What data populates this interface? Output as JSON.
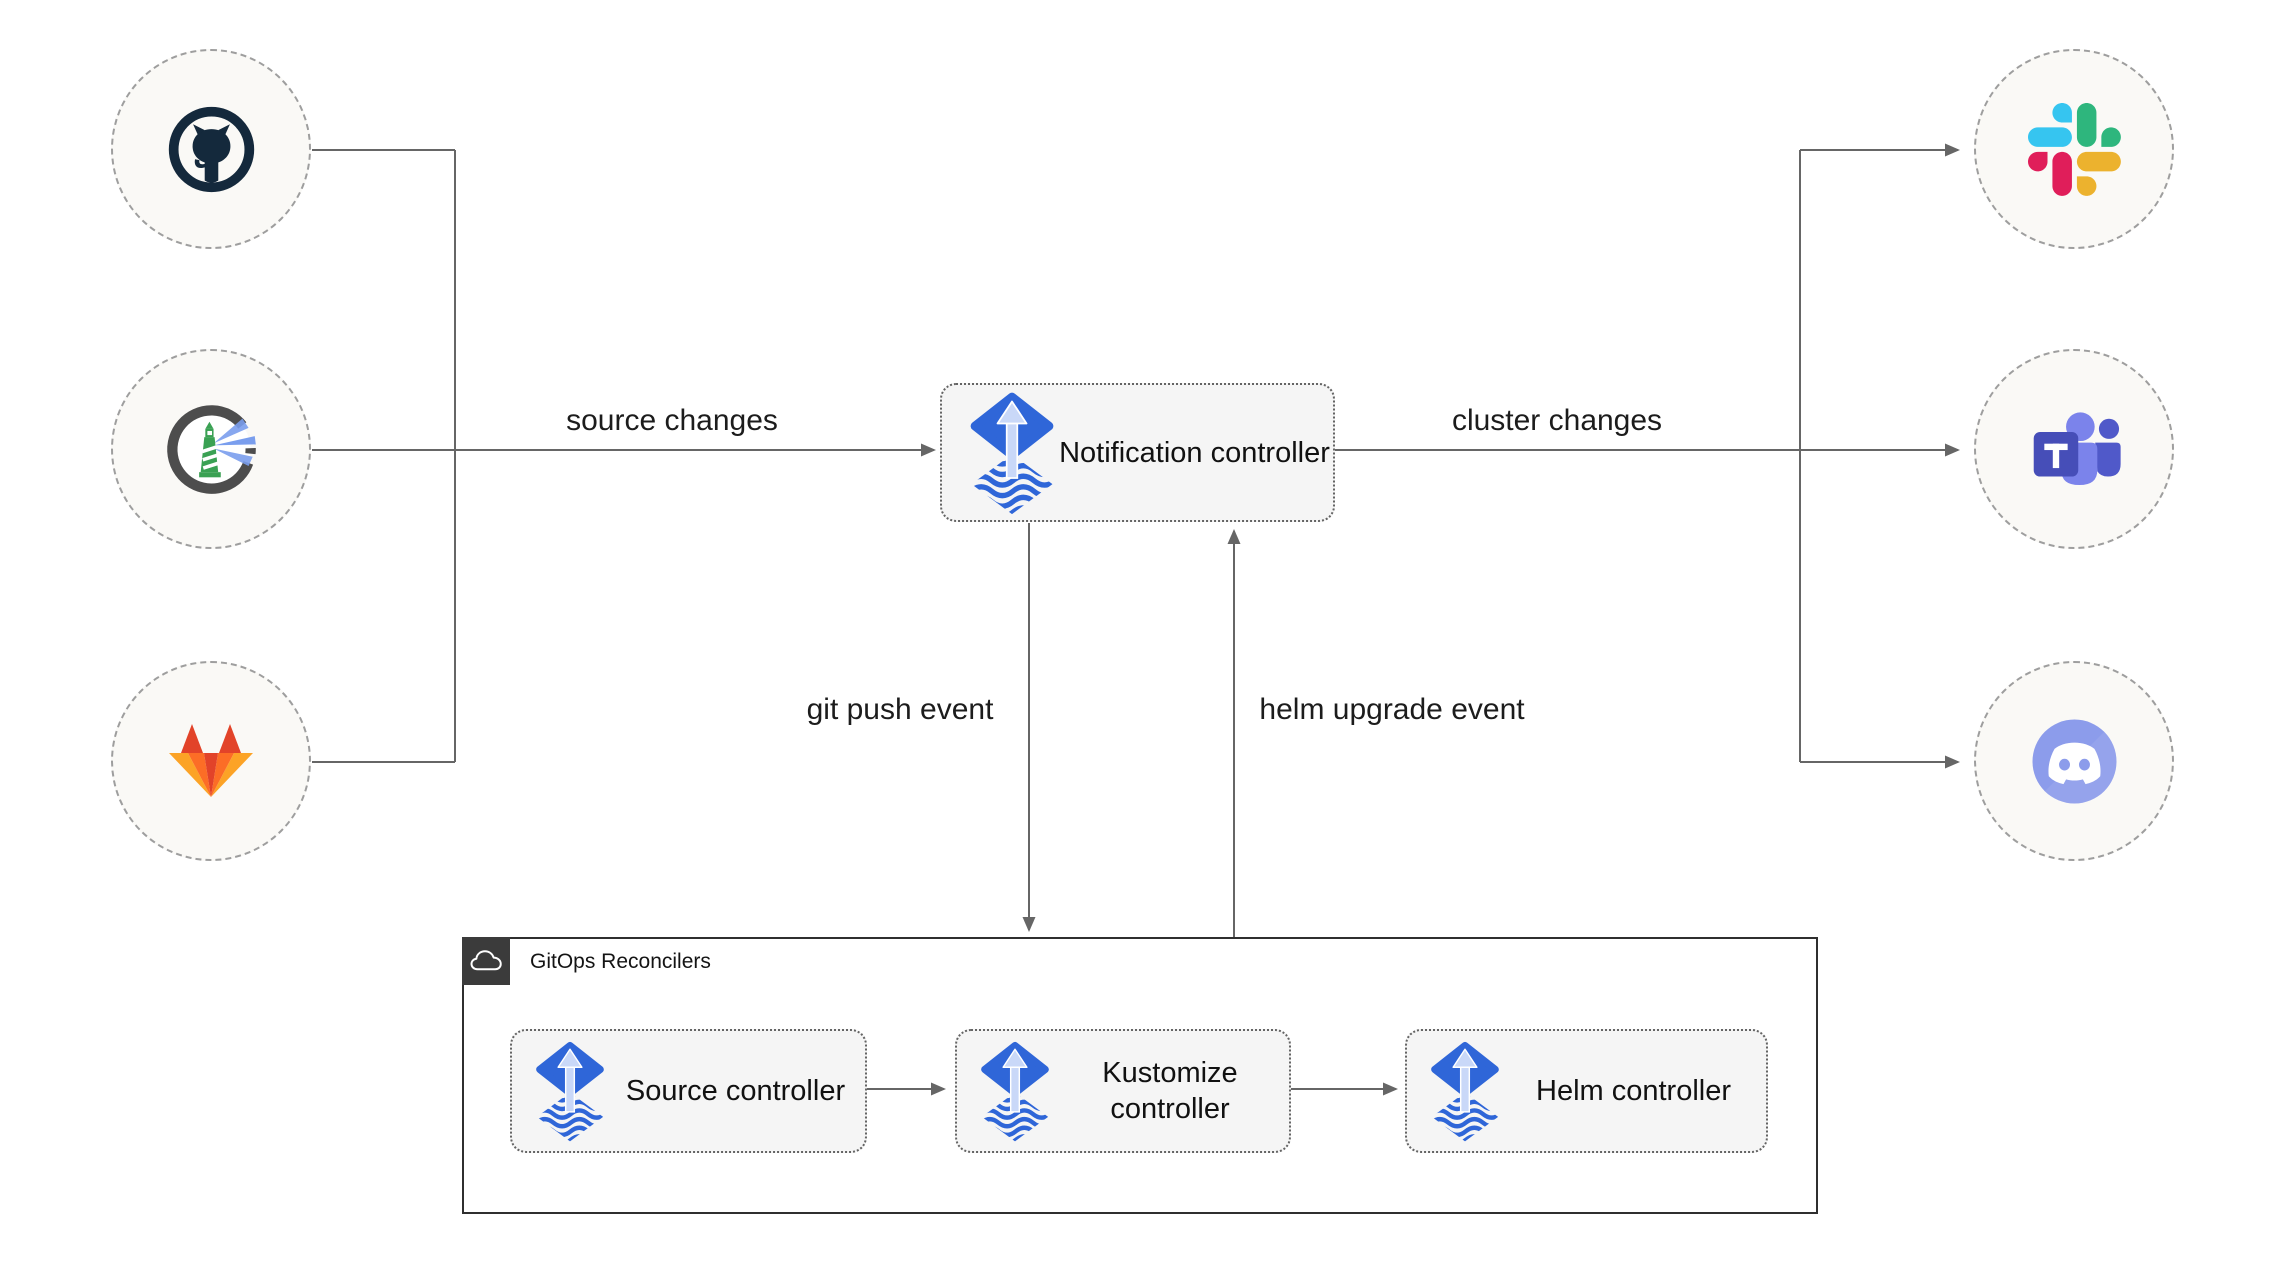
{
  "diagram": {
    "group": {
      "label": "GitOps Reconcilers"
    },
    "nodes": {
      "notification_controller": "Notification controller",
      "source_controller": "Source controller",
      "kustomize_controller": "Kustomize controller",
      "helm_controller": "Helm controller"
    },
    "edges": {
      "source_changes": "source changes",
      "cluster_changes": "cluster changes",
      "git_push_event": "git push event",
      "helm_upgrade_event": "helm upgrade event"
    },
    "icons": {
      "left_sources": [
        "github",
        "harbor",
        "gitlab"
      ],
      "right_targets": [
        "slack",
        "microsoft-teams",
        "discord"
      ],
      "node_icon": "flux",
      "group_icon": "cloud"
    },
    "colors": {
      "connector": "#666666",
      "node_fill": "#f5f5f5",
      "node_border": "#646464",
      "circle_fill": "#faf9f6",
      "circle_border": "#9e9e9e",
      "group_border": "#2f2f2f",
      "group_header_bg": "#3b3b3b",
      "flux_blue": "#2f66d8",
      "flux_arrow": "#c9d8f8",
      "github_navy": "#14293c",
      "harbor_green": "#3aa153",
      "gitlab_red": "#e24329",
      "gitlab_orange": "#fc6d26",
      "gitlab_yellow": "#fca326",
      "slack_blue": "#36c5f0",
      "slack_green": "#2eb67d",
      "slack_yellow": "#ecb22e",
      "slack_pink": "#e01e5a",
      "teams_indigo": "#464eb8",
      "teams_light": "#7b83eb",
      "discord_blurple": "#8c9ceb",
      "text": "#1a1a1a"
    }
  }
}
